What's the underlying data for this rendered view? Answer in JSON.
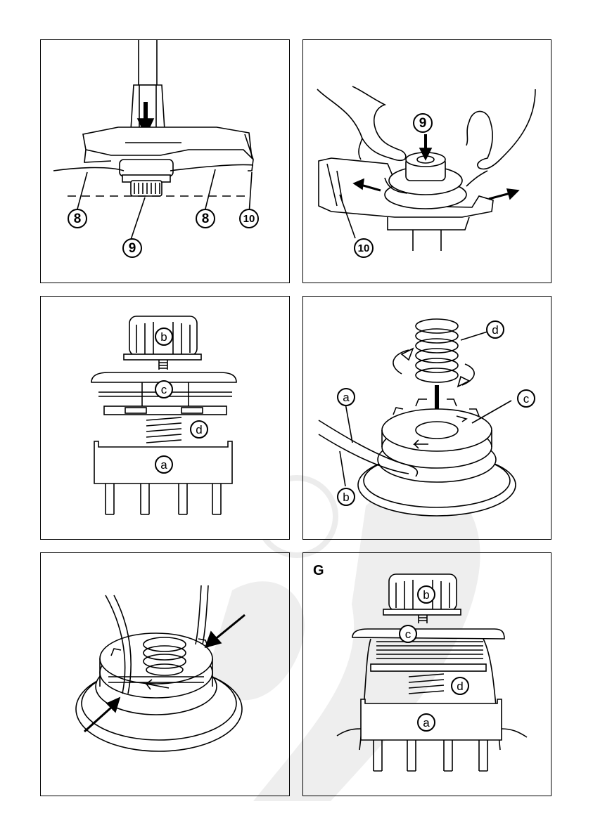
{
  "panels": {
    "p1": {
      "callouts": [
        "8",
        "8",
        "9",
        "10"
      ]
    },
    "p2": {
      "callouts": [
        "9",
        "10"
      ]
    },
    "p3": {
      "callouts": [
        "b",
        "c",
        "d",
        "a"
      ]
    },
    "p4": {
      "callouts": [
        "d",
        "a",
        "c",
        "b"
      ]
    },
    "p5": {
      "callouts": []
    },
    "p6": {
      "figure_letter": "G",
      "callouts": [
        "b",
        "c",
        "d",
        "a"
      ]
    }
  },
  "watermark": {
    "symbol": "©"
  },
  "colors": {
    "line": "#000000",
    "background": "#ffffff",
    "watermark": "#e6e6e6"
  }
}
